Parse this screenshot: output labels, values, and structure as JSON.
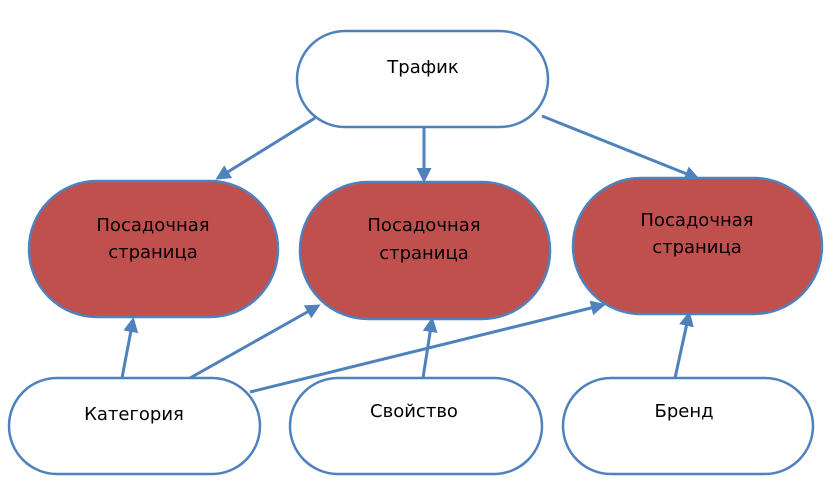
{
  "nodes": {
    "traffic": {
      "label": "Трафик"
    },
    "landing_1": {
      "line1": "Посадочная",
      "line2": "страница"
    },
    "landing_2": {
      "line1": "Посадочная",
      "line2": "страница"
    },
    "landing_3": {
      "line1": "Посадочная",
      "line2": "страница"
    },
    "category": {
      "label": "Категория"
    },
    "property": {
      "label": "Свойство"
    },
    "brand": {
      "label": "Бренд"
    }
  },
  "edges": [
    {
      "from": "traffic",
      "to": "landing_1"
    },
    {
      "from": "traffic",
      "to": "landing_2"
    },
    {
      "from": "traffic",
      "to": "landing_3"
    },
    {
      "from": "category",
      "to": "landing_1"
    },
    {
      "from": "category",
      "to": "landing_2"
    },
    {
      "from": "category",
      "to": "landing_3"
    },
    {
      "from": "property",
      "to": "landing_2"
    },
    {
      "from": "brand",
      "to": "landing_3"
    }
  ],
  "colors": {
    "outline": "#4f81bd",
    "landing_fill": "#c0504d",
    "source_fill": "#ffffff"
  }
}
